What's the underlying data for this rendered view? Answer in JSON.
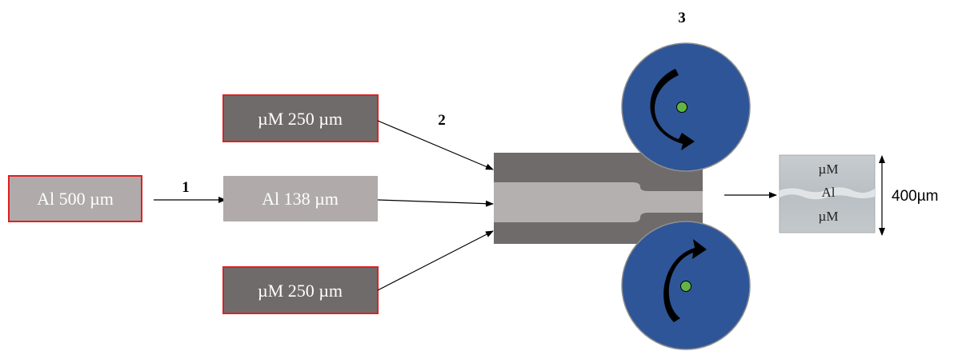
{
  "boxes": {
    "al_500": {
      "label": "Al 500 µm"
    },
    "al_138": {
      "label": "Al 138 µm"
    },
    "um_top": {
      "label": "µM 250 µm"
    },
    "um_bottom": {
      "label": "µM 250 µm"
    }
  },
  "steps": [
    "1",
    "2",
    "3"
  ],
  "sample": {
    "top_label": "µM",
    "middle_label": "Al",
    "bottom_label": "µM",
    "thickness_label": "400µm"
  },
  "colors": {
    "um_fill": "#706b6b",
    "al_fill": "#b0aaaa",
    "box_border_red": "#e02020",
    "roller_fill": "#2e5597",
    "roller_center": "#62b545",
    "sandwich_dark": "#706b6b",
    "sandwich_light": "#b5b0b0"
  }
}
